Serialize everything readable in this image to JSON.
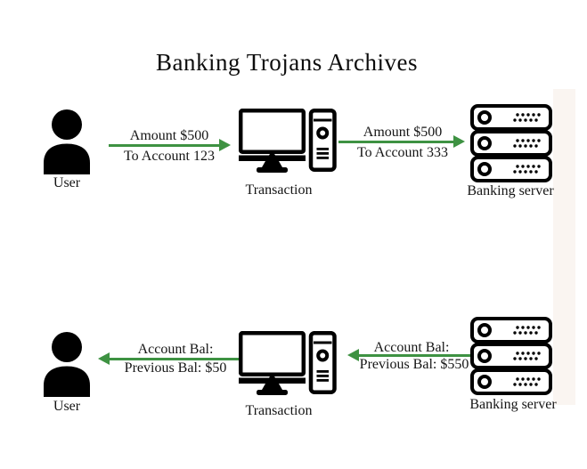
{
  "title": "Banking Trojans Archives",
  "colors": {
    "arrow_green": "#3e9242",
    "icon_black": "#000000",
    "strip_beige": "#faf5f1"
  },
  "flow1": {
    "user_label": "User",
    "transaction_label": "Transaction",
    "server_label": "Banking server",
    "user_to_transaction": {
      "line1": "Amount $500",
      "line2": "To Account 123"
    },
    "transaction_to_server": {
      "line1": "Amount $500",
      "line2": "To Account 333"
    }
  },
  "flow2": {
    "user_label": "User",
    "transaction_label": "Transaction",
    "server_label": "Banking server",
    "transaction_to_user": {
      "line1": "Account Bal:",
      "line2": "Previous Bal: $50"
    },
    "server_to_transaction": {
      "line1": "Account Bal:",
      "line2": "Previous Bal: $550"
    }
  }
}
